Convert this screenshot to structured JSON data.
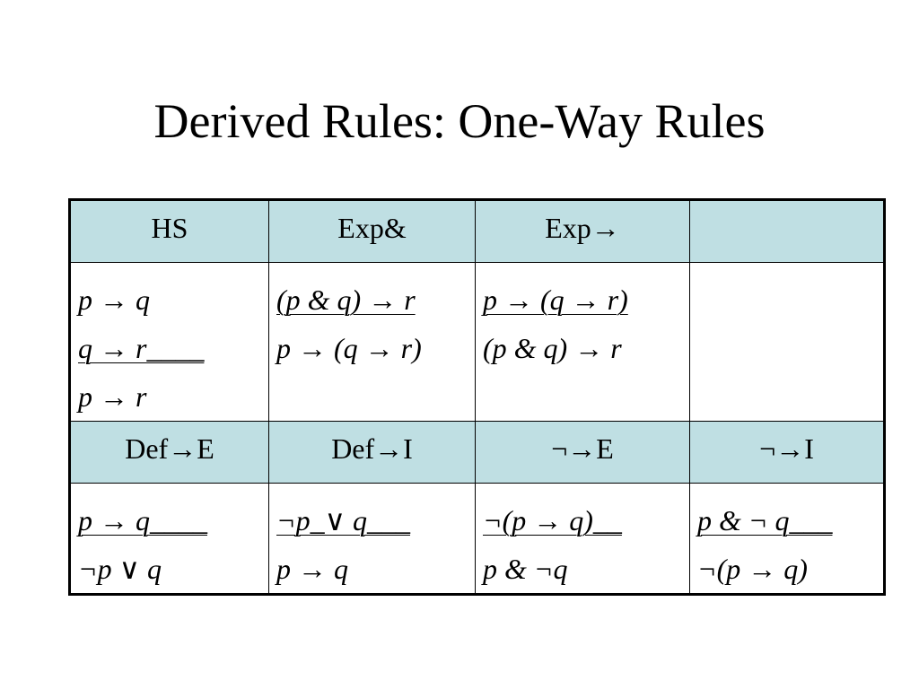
{
  "title": "Derived Rules: One-Way Rules",
  "table": {
    "row1_headers": [
      "HS",
      "Exp&",
      "Exp→",
      ""
    ],
    "row1_cells": [
      {
        "lines": [
          "p → q",
          "q → r____",
          "p → r"
        ]
      },
      {
        "lines": [
          "(p & q) → r",
          "p → (q → r)"
        ]
      },
      {
        "lines": [
          "p → (q → r)",
          "(p & q) → r"
        ]
      },
      {
        "lines": []
      }
    ],
    "row2_headers": [
      "Def→E",
      "Def→I",
      "¬→E",
      "¬→I"
    ],
    "row2_cells": [
      {
        "lines": [
          "p → q____",
          "¬p ∨ q"
        ]
      },
      {
        "lines": [
          "¬p_∨ q___",
          "p → q"
        ]
      },
      {
        "lines": [
          "¬(p → q)__",
          "p & ¬q"
        ]
      },
      {
        "lines": [
          "p & ¬ q___",
          "¬(p → q)"
        ]
      }
    ]
  },
  "colors": {
    "header_fill": "#bfdfe3",
    "border": "#000000",
    "text": "#000000"
  }
}
